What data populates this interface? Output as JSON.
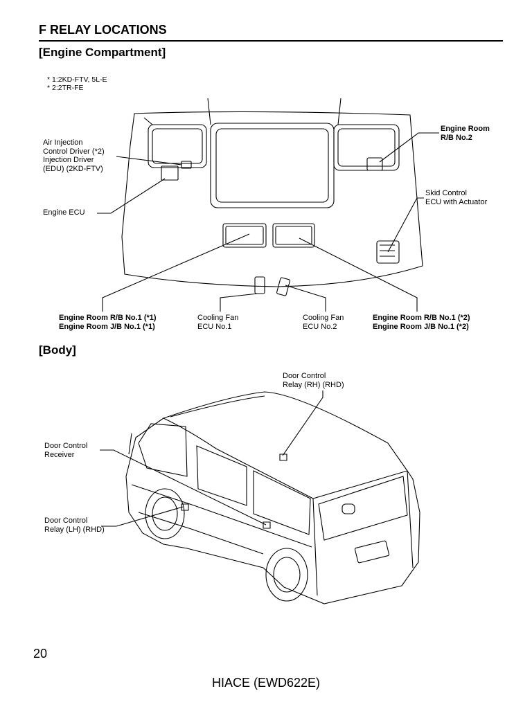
{
  "header": {
    "section_title": "F  RELAY LOCATIONS"
  },
  "engine_compartment": {
    "heading": "[Engine Compartment]",
    "notes": [
      "* 1:2KD-FTV, 5L-E",
      "* 2:2TR-FE"
    ],
    "labels": {
      "air_injection": "Air Injection\nControl Driver (*2)\nInjection Driver\n(EDU) (2KD-FTV)",
      "engine_ecu": "Engine ECU",
      "engine_room_rb2": "Engine Room\nR/B No.2",
      "skid_control": "Skid Control\nECU with Actuator",
      "engine_room_no1_star1": "Engine Room R/B No.1 (*1)\nEngine Room J/B No.1 (*1)",
      "cooling_fan_1": "Cooling Fan\nECU No.1",
      "cooling_fan_2": "Cooling Fan\nECU No.2",
      "engine_room_no1_star2": "Engine Room R/B No.1 (*2)\nEngine Room J/B No.1 (*2)"
    }
  },
  "body": {
    "heading": "[Body]",
    "labels": {
      "door_control_relay_rh": "Door Control\nRelay (RH) (RHD)",
      "door_control_receiver": "Door Control\nReceiver",
      "door_control_relay_lh": "Door Control\nRelay (LH) (RHD)"
    }
  },
  "footer": {
    "page_number": "20",
    "model": "HIACE (EWD622E)"
  }
}
